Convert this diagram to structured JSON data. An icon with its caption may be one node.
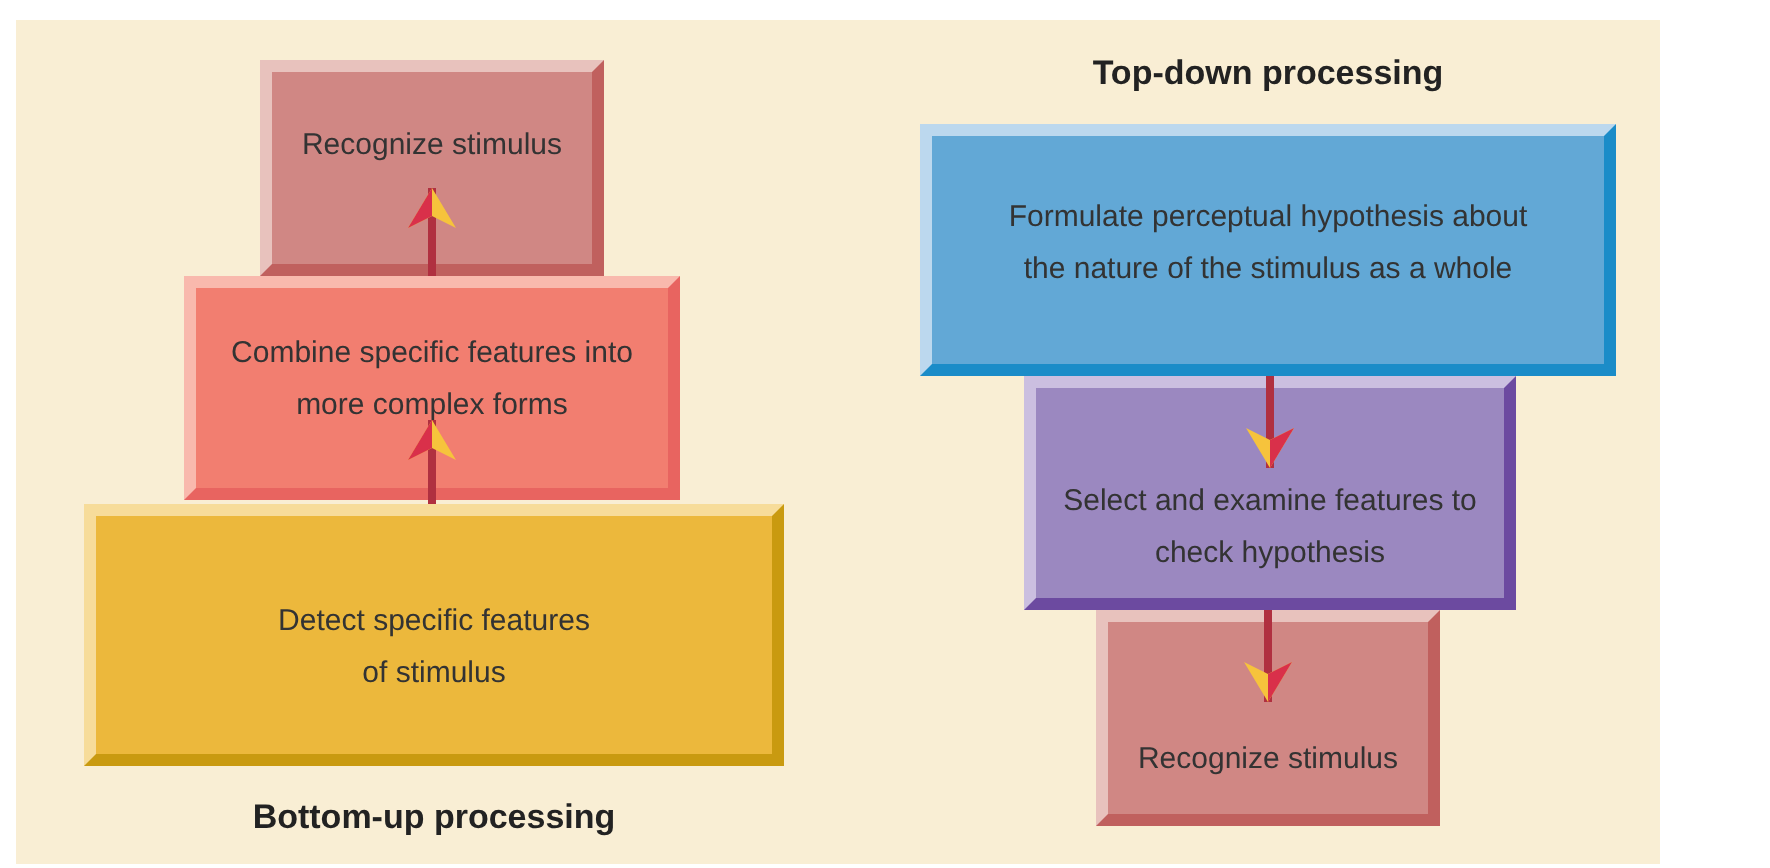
{
  "diagram": {
    "nodes": [
      {
        "text": [
          "Recognize stimulus"
        ]
      },
      {
        "text": [
          "Combine specific features into more complex forms"
        ]
      },
      {
        "text": [
          "Detect specific features of stimulus"
        ]
      },
      {
        "text": [
          "Formulate perceptual hypothesis about the nature of the stimulus as a whole"
        ]
      },
      {
        "text": [
          "Select and examine features to check hypothesis"
        ]
      },
      {
        "text": [
          "Recognize stimulus"
        ]
      }
    ],
    "edges": [
      {
        "from": 2,
        "to": 1,
        "arrow": "to"
      },
      {
        "from": 1,
        "to": 0,
        "arrow": "to"
      },
      {
        "from": 3,
        "to": 4,
        "arrow": "to"
      },
      {
        "from": 4,
        "to": 5,
        "arrow": "to"
      }
    ],
    "labels": [
      "Top-down processing",
      "Bottom-up processing"
    ]
  }
}
